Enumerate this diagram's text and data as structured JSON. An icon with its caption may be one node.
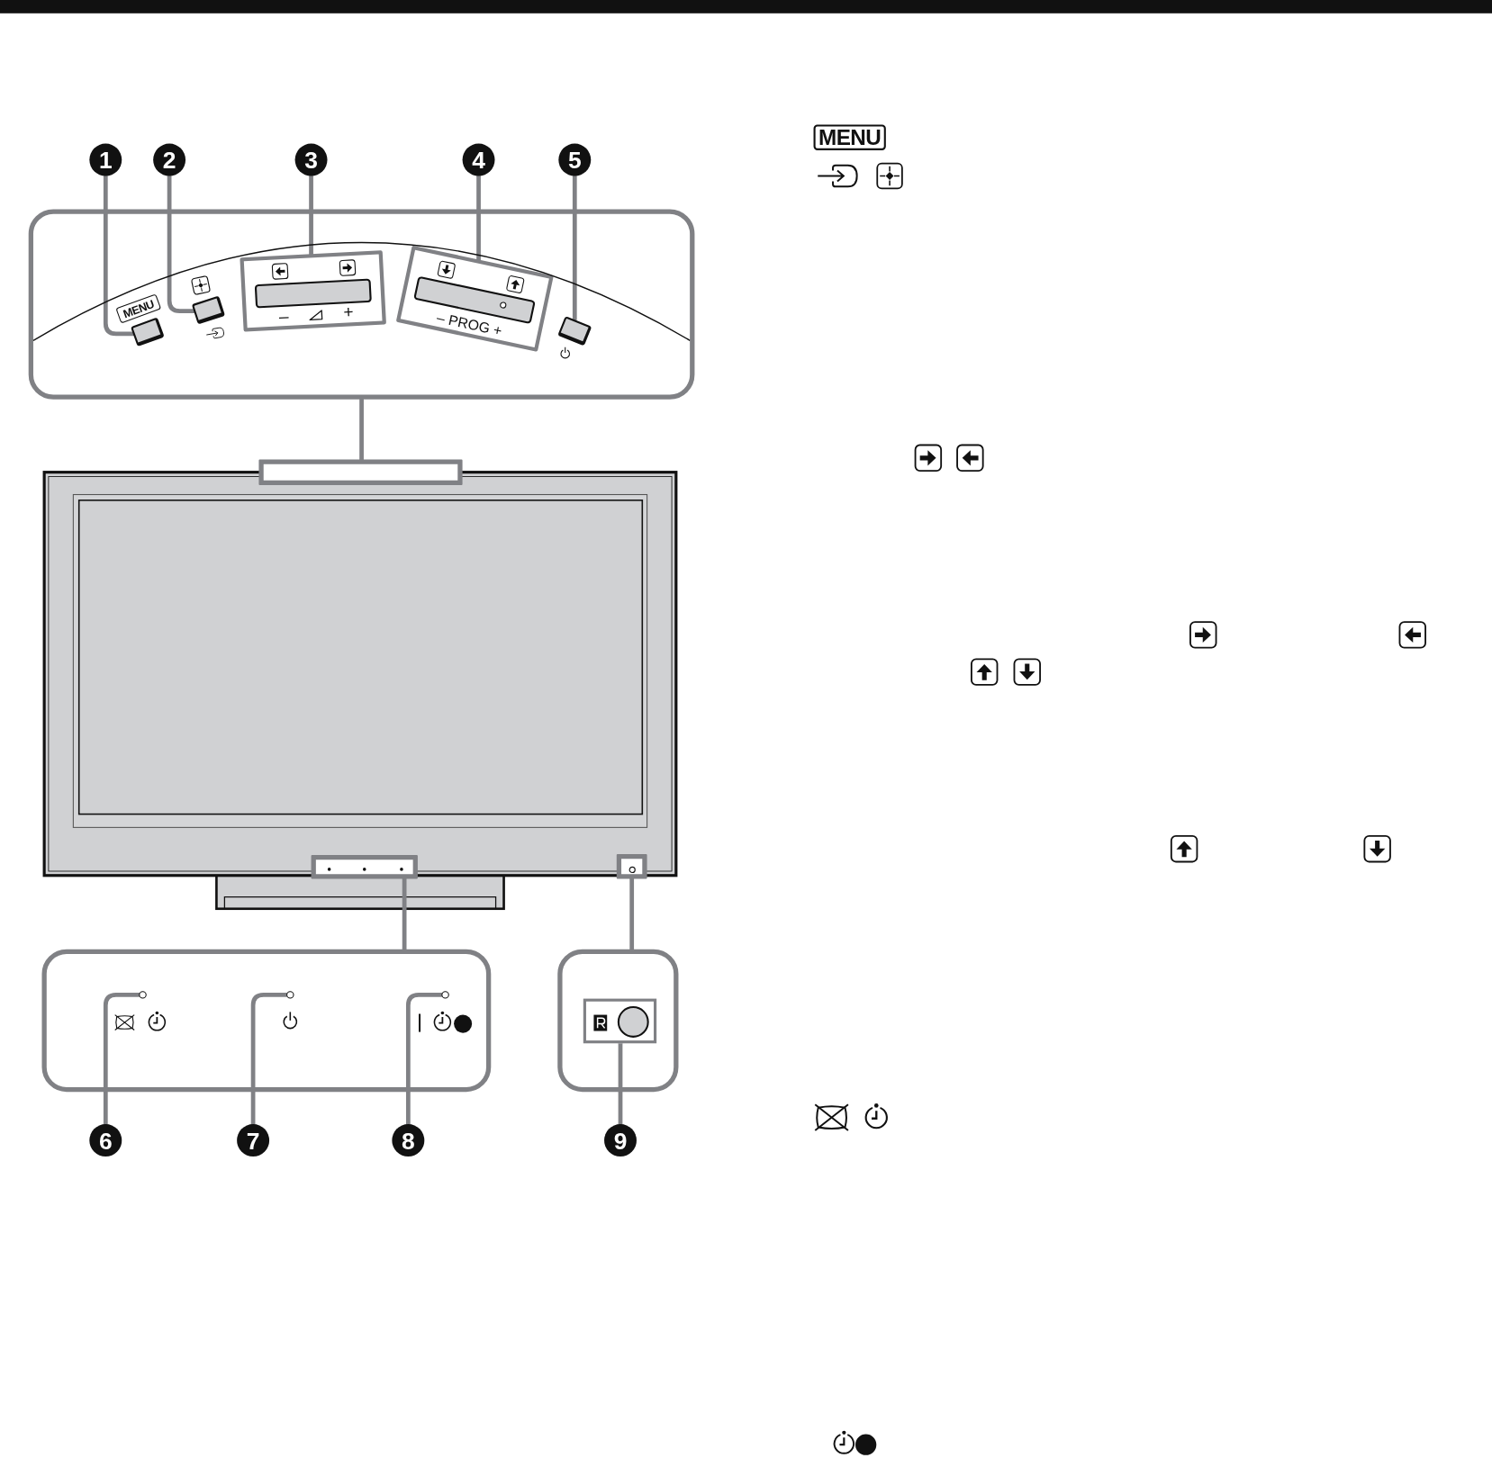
{
  "diagram": {
    "nodes": [
      {
        "text": [],
        "shape": "bar"
      },
      {
        "text": [
          "1"
        ]
      },
      {
        "text": [
          "2"
        ]
      },
      {
        "text": [
          "3"
        ]
      },
      {
        "text": [
          "4"
        ]
      },
      {
        "text": [
          "5"
        ]
      },
      {
        "text": [],
        "shape": "box"
      },
      {
        "text": [],
        "shape": "box",
        "in": 6
      },
      {
        "text": [],
        "shape": "box",
        "in": 6
      },
      {
        "text": [],
        "shape": "box",
        "in": 6
      },
      {
        "text": [],
        "shape": "box",
        "in": 6
      },
      {
        "text": [],
        "shape": "box",
        "in": 6
      },
      {
        "text": [],
        "shape": "box"
      },
      {
        "text": [],
        "shape": "box"
      },
      {
        "text": [],
        "shape": "box"
      },
      {
        "text": [],
        "shape": "box"
      },
      {
        "text": [],
        "shape": "circle",
        "in": 15
      },
      {
        "text": [],
        "shape": "circle",
        "in": 15
      },
      {
        "text": [],
        "shape": "circle",
        "in": 15
      },
      {
        "text": [],
        "shape": "box"
      },
      {
        "text": [],
        "shape": "box",
        "in": 19
      },
      {
        "text": [
          "6"
        ]
      },
      {
        "text": [
          "7"
        ]
      },
      {
        "text": [
          "8"
        ]
      },
      {
        "text": [
          "9"
        ]
      }
    ],
    "edges": [
      {
        "from": 1,
        "to": 7,
        "arrow": "none"
      },
      {
        "from": 2,
        "to": 8,
        "arrow": "none"
      },
      {
        "from": 3,
        "to": 9,
        "arrow": "none"
      },
      {
        "from": 4,
        "to": 10,
        "arrow": "none"
      },
      {
        "from": 5,
        "to": 11,
        "arrow": "none"
      },
      {
        "from": 12,
        "to": 6,
        "arrow": "none"
      },
      {
        "from": 13,
        "to": 15,
        "arrow": "none"
      },
      {
        "from": 14,
        "to": 19,
        "arrow": "none"
      },
      {
        "from": 21,
        "to": 16,
        "arrow": "none"
      },
      {
        "from": 22,
        "to": 17,
        "arrow": "none"
      },
      {
        "from": 23,
        "to": 18,
        "arrow": "none"
      },
      {
        "from": 24,
        "to": 20,
        "arrow": "none"
      }
    ],
    "labels": [
      "MENU",
      "–",
      "+",
      "– PROG +",
      "MENU"
    ]
  }
}
